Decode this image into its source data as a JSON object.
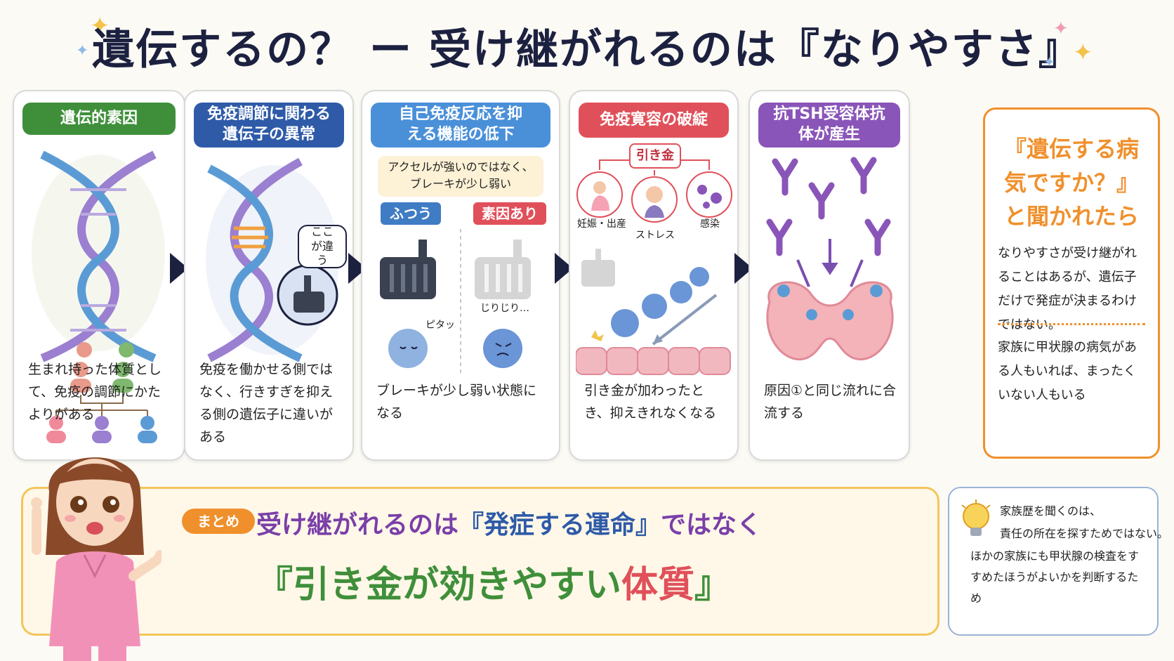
{
  "title": "遺伝するの？ ー 受け継がれるのは『なりやすさ』",
  "panels": [
    {
      "header": "遺伝的素因",
      "text": "生まれ持った体質として、免疫の調節にかたよりがある"
    },
    {
      "header": "免疫調節に関わる遺伝子の異常",
      "callout": "ここが違う",
      "text": "免疫を働かせる側ではなく、行きすぎを抑える側の遺伝子に違いがある"
    },
    {
      "header": "自己免疫反応を抑える機能の低下",
      "note": "アクセルが強いのではなく、ブレーキが少し弱い",
      "tag_normal": "ふつう",
      "tag_factor": "素因あり",
      "sound_stick": "ピタッ",
      "sound_slip": "じりじり…",
      "text": "ブレーキが少し弱い状態になる"
    },
    {
      "header": "免疫寛容の破綻",
      "trigger_label": "引き金",
      "triggers": [
        "妊娠・出産",
        "ストレス",
        "感染"
      ],
      "text": "引き金が加わったとき、抑えきれなくなる"
    },
    {
      "header": "抗TSH受容体抗体が産生",
      "text": "原因①と同じ流れに合流する"
    }
  ],
  "side": {
    "heading": "『遺伝する病気ですか？』と聞かれたら",
    "text1": "なりやすさが受け継がれることはあるが、遺伝子だけで発症が決まるわけではない。",
    "text2": "家族に甲状腺の病気がある人もいれば、まったくいない人もいる"
  },
  "summary": {
    "badge": "まとめ",
    "line1_a": "受け継がれるのは",
    "line1_b": "『発症する運命』",
    "line1_c": "ではなく",
    "line2_a": "『引き金が効きやすい",
    "line2_b": "体質",
    "line2_c": "』"
  },
  "info": {
    "text1": "家族歴を聞くのは、",
    "text2": "責任の所在を探すためではない。",
    "text3": "ほかの家族にも甲状腺の検査をすすめたほうがよいかを判断するため"
  },
  "colors": {
    "green": "#3f8f3a",
    "blue": "#2e5aa8",
    "lightblue": "#4a90d9",
    "red": "#e0505a",
    "purple": "#8a55b8",
    "orange": "#f0902c",
    "navy": "#1d2140"
  }
}
